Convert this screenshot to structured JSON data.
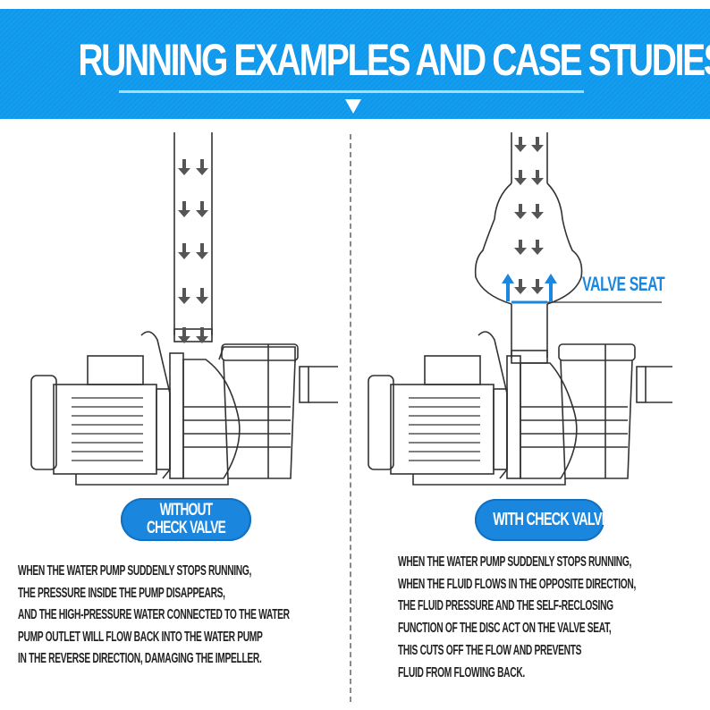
{
  "header": {
    "title": "RUNNING EXAMPLES AND CASE STUDIES",
    "indicator_icon": "down-triangle-icon"
  },
  "colors": {
    "banner_blue": "#149ef0",
    "accent_blue": "#1a86de",
    "text_dark": "#222222",
    "line_gray": "#555555",
    "arrow_gray": "#555555"
  },
  "left_panel": {
    "label": [
      "WITHOUT",
      "CHECK VALVE"
    ],
    "diagram": "pump-without-check-valve",
    "flow_arrows": "down-arrow-icon",
    "description": [
      "WHEN THE WATER PUMP SUDDENLY STOPS RUNNING,",
      "THE PRESSURE INSIDE THE PUMP DISAPPEARS,",
      "AND THE HIGH-PRESSURE WATER CONNECTED TO THE WATER",
      "PUMP OUTLET WILL FLOW BACK INTO THE WATER PUMP",
      "IN THE REVERSE DIRECTION, DAMAGING THE IMPELLER."
    ]
  },
  "right_panel": {
    "label": "WITH CHECK VALVE",
    "diagram": "pump-with-check-valve",
    "callout": "VALVE SEAT",
    "flow_arrows": "down-arrow-icon",
    "seat_arrows": "up-arrow-icon",
    "description": [
      "WHEN THE WATER PUMP SUDDENLY STOPS RUNNING,",
      "WHEN THE FLUID FLOWS IN THE OPPOSITE DIRECTION,",
      "THE FLUID PRESSURE AND THE SELF-RECLOSING",
      "FUNCTION OF THE DISC ACT ON THE VALVE SEAT,",
      "THIS CUTS OFF THE FLOW AND PREVENTS",
      "FLUID FROM FLOWING BACK."
    ]
  }
}
